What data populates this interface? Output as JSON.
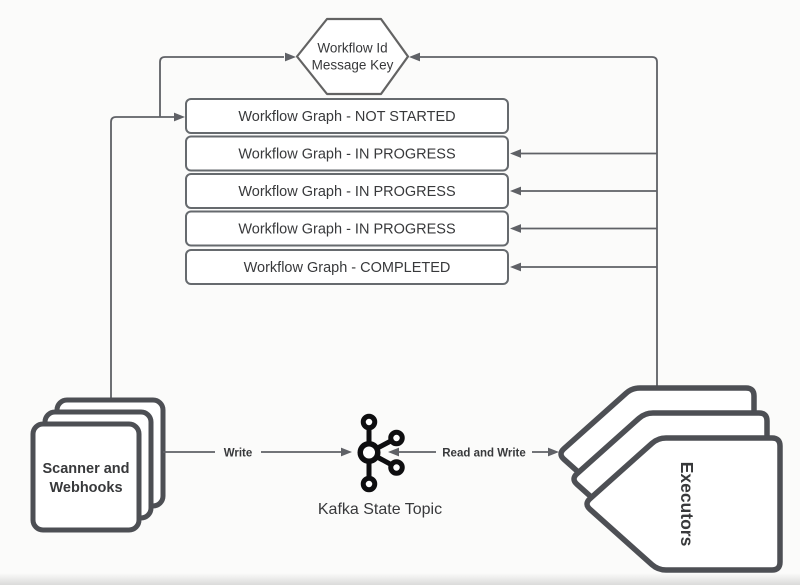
{
  "diagram": {
    "hexagon": {
      "line1": "Workflow Id",
      "line2": "Message Key"
    },
    "workflow_boxes": [
      {
        "label": "Workflow Graph - NOT STARTED"
      },
      {
        "label": "Workflow Graph - IN PROGRESS"
      },
      {
        "label": "Workflow Graph - IN PROGRESS"
      },
      {
        "label": "Workflow Graph - IN PROGRESS"
      },
      {
        "label": "Workflow Graph - COMPLETED"
      }
    ],
    "producers": {
      "line1": "Scanner and",
      "line2": "Webhooks"
    },
    "kafka": {
      "label": "Kafka State Topic",
      "icon": "kafka-cluster-icon"
    },
    "executors": {
      "label": "Executors"
    },
    "edges": {
      "write_label": "Write",
      "read_write_label": "Read and Write"
    },
    "colors": {
      "connector_line": "#5f6166",
      "box_stroke": "#666a6e",
      "thick_shape_stroke": "#4d4f54",
      "kafka_icon": "#0e0e10",
      "text": "#38393b",
      "background": "#fbfbfa"
    }
  }
}
